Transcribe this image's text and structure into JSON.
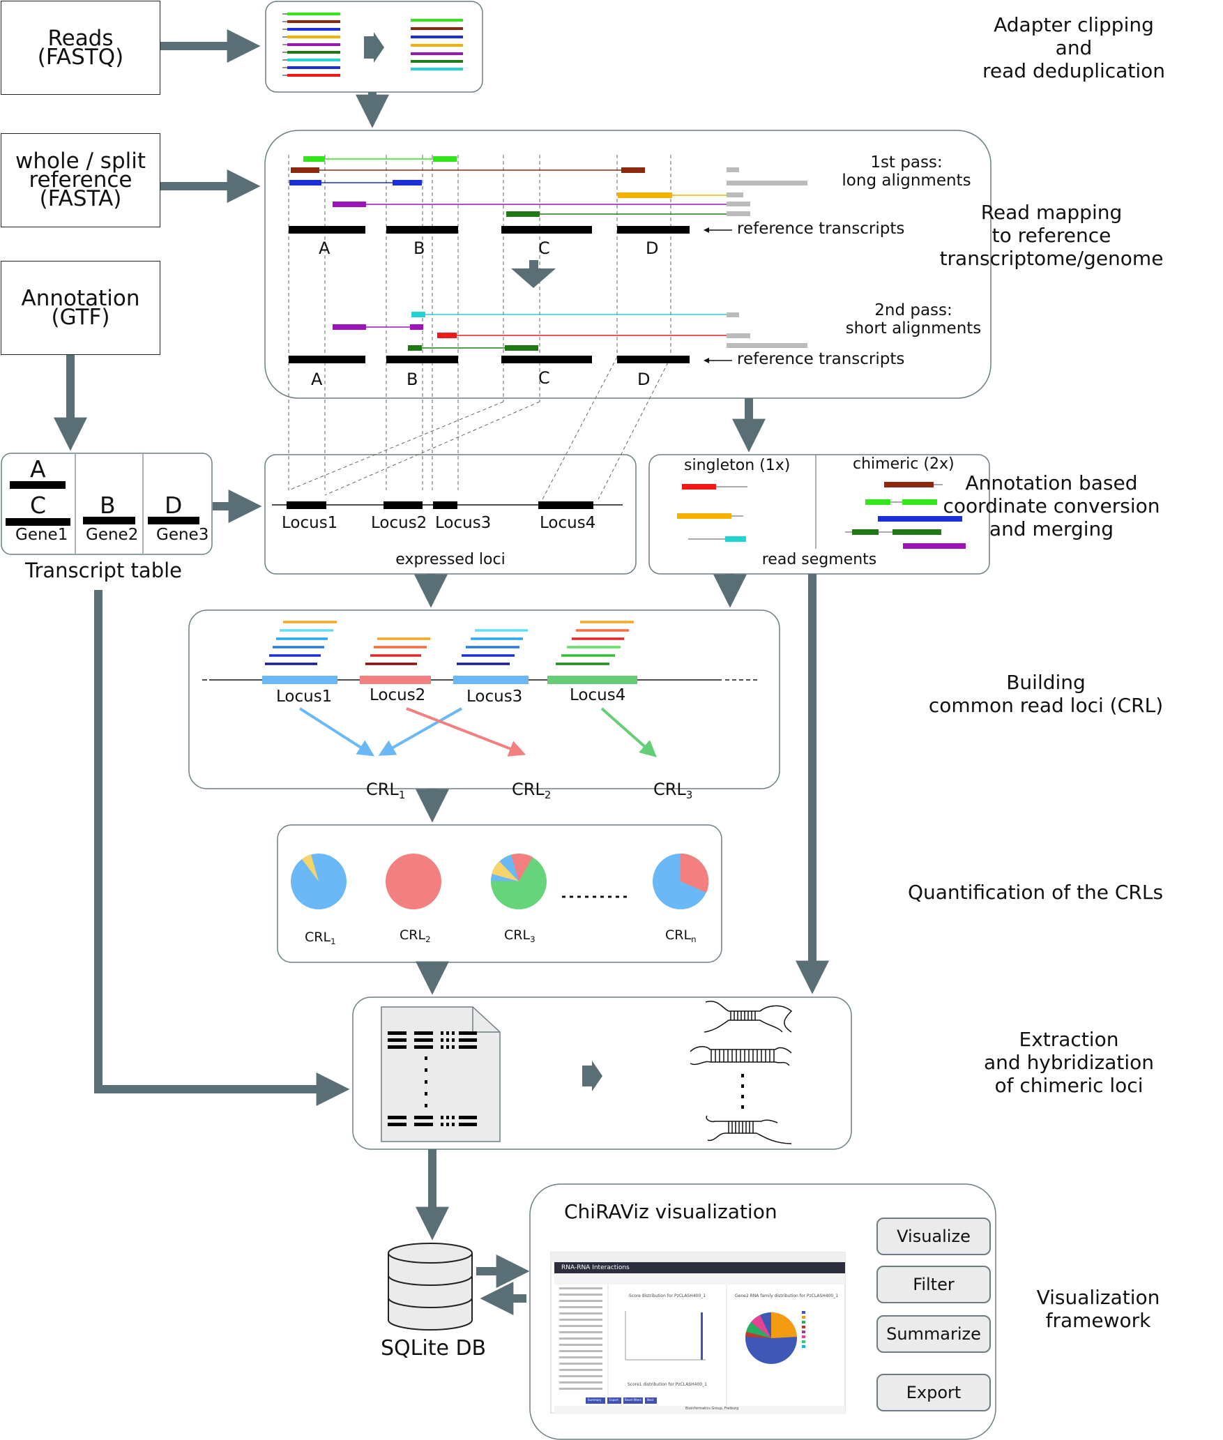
{
  "inputs": {
    "reads": "Reads\n(FASTQ)",
    "reference": "whole / split\nreference\n(FASTA)",
    "annotation": "Annotation\n(GTF)"
  },
  "stage_labels": {
    "adapter": "Adapter clipping\nand\nread deduplication",
    "mapping": "Read mapping\nto reference\ntranscriptome/genome",
    "annotation_merge": "Annotation based\ncoordinate conversion\nand merging",
    "crl": "Building\ncommon read loci (CRL)",
    "quant": "Quantification of the CRLs",
    "extraction": "Extraction\nand hybridization\nof chimeric loci",
    "viz": "Visualization\nframework"
  },
  "mapping": {
    "first_pass": "1st pass:\nlong alignments",
    "second_pass": "2nd pass:\nshort alignments",
    "ref_transcripts": "reference transcripts",
    "transcripts": [
      "A",
      "B",
      "C",
      "D"
    ]
  },
  "transcript_table": {
    "title": "Transcript table",
    "a": "A",
    "c": "C",
    "b": "B",
    "d": "D",
    "gene1": "Gene1",
    "gene2": "Gene2",
    "gene3": "Gene3"
  },
  "loci": {
    "names": [
      "Locus1",
      "Locus2",
      "Locus3",
      "Locus4"
    ],
    "caption": "expressed loci"
  },
  "segments": {
    "singleton": "singleton (1x)",
    "chimeric": "chimeric (2x)",
    "caption": "read segments"
  },
  "crl": {
    "loci": [
      "Locus1",
      "Locus2",
      "Locus3",
      "Locus4"
    ],
    "base": "CRL",
    "subs": [
      "1",
      "2",
      "3"
    ]
  },
  "quant": {
    "base": "CRL",
    "subs": [
      "1",
      "2",
      "3",
      "n"
    ]
  },
  "viz": {
    "title": "ChiRAViz visualization",
    "buttons": [
      "Visualize",
      "Filter",
      "Summarize",
      "Export"
    ],
    "db": "SQLite DB",
    "screenshot": {
      "header": "RNA-RNA Interactions",
      "left_title": "Score distribution for PzCLASH400_1",
      "right_title": "Gene2 RNA family distribution for PzCLASH400_1",
      "bottom_title": "Score1 distribution for PzCLASH400_1",
      "footer": "Bioinformatics Group, Freiburg",
      "buttons": [
        "Summary",
        "Export",
        "Reset filters",
        "Next"
      ]
    }
  },
  "colors": {
    "arrow": "#5a6e75",
    "box_border": "#6b7f84"
  }
}
